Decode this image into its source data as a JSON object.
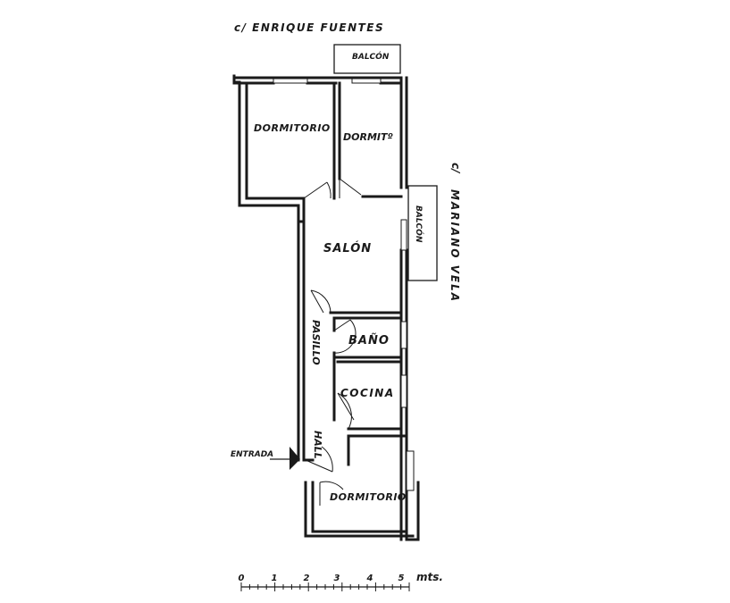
{
  "plan": {
    "streets": {
      "top": "c/ ENRIQUE FUENTES",
      "right_prefix": "c/",
      "right": "MARIANO VELA"
    },
    "rooms": {
      "dormitorio_1": "DORMITORIO",
      "dormitorio_2": "DORMITº",
      "salon": "SALÓN",
      "pasillo": "PASILLO",
      "bano": "BAÑO",
      "cocina": "COCINA",
      "hall": "HALL",
      "dormitorio_3": "DORMITORIO"
    },
    "balconies": {
      "top": "BALCÓN",
      "right": "BALCÓN"
    },
    "entrance": "ENTRADA",
    "scale": {
      "ticks": [
        "0",
        "1",
        "2",
        "3",
        "4",
        "5"
      ],
      "unit": "mts."
    }
  }
}
